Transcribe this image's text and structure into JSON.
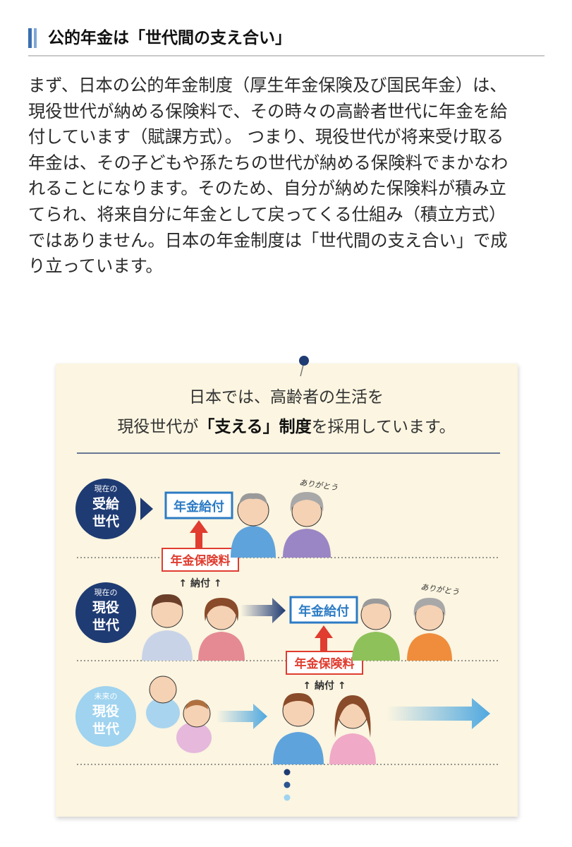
{
  "section": {
    "heading": "公的年金は「世代間の支え合い」"
  },
  "article": {
    "lines": [
      "まず、日本の公的年金制度（厚生年金保険及び国民年金）は、",
      "現役世代が納める保険料で、その時々の高齢者世代に年金を給",
      "付しています（賦課方式）。 つまり、現役世代が将来受け取る",
      "年金は、その子どもや孫たちの世代が納める保険料でまかなわ",
      "れることになります。そのため、自分が納めた保険料が積み立",
      "てられ、将来自分に年金として戻ってくる仕組み（積立方式）",
      "ではありません。日本の年金制度は「世代間の支え合い」で成",
      "り立っています。"
    ]
  },
  "illustration": {
    "title_line1": "日本では、高齢者の生活を",
    "title_line2_pre": "現役世代が",
    "title_line2_bold": "「支える」制度",
    "title_line2_post": "を採用しています。",
    "gen1": {
      "small": "現在の",
      "l1": "受給",
      "l2": "世代"
    },
    "gen2": {
      "small": "現在の",
      "l1": "現役",
      "l2": "世代"
    },
    "gen3": {
      "small": "未来の",
      "l1": "現役",
      "l2": "世代"
    },
    "benefit_label": "年金給付",
    "premium_label": "年金保険料",
    "payment_label": "↑ 納付 ↑",
    "thanks": "ありがとう",
    "colors": {
      "navy": "#1f3b73",
      "light_blue": "#9fd3ef",
      "red": "#e03c2f",
      "benefit_blue": "#2c7bc4",
      "arrow_blue": "#4fa8e0"
    }
  }
}
